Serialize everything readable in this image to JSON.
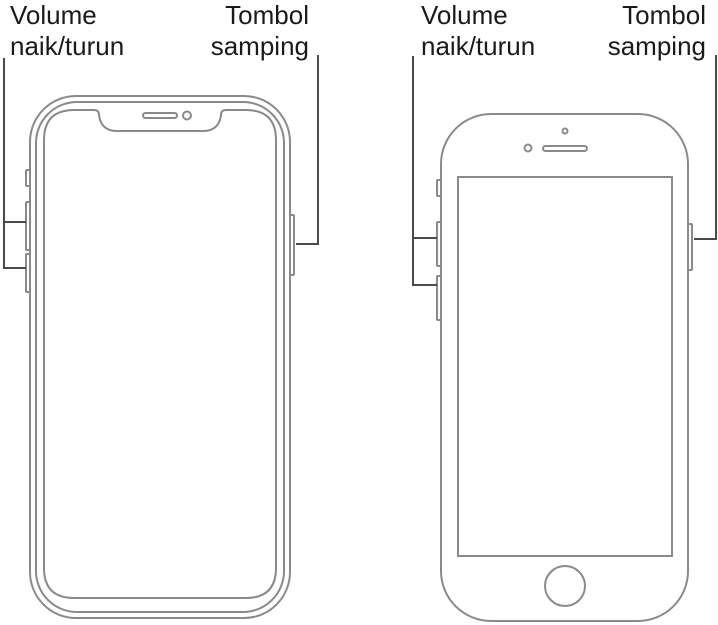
{
  "labels": {
    "phone_faceid": {
      "volume_line1": "Volume",
      "volume_line2": "naik/turun",
      "side_line1": "Tombol",
      "side_line2": "samping"
    },
    "phone_homebutton": {
      "volume_line1": "Volume",
      "volume_line2": "naik/turun",
      "side_line1": "Tombol",
      "side_line2": "samping"
    }
  },
  "colors": {
    "outline": "#8a8a8a",
    "callout": "#4a4a4a",
    "text": "#1a1a1a"
  }
}
